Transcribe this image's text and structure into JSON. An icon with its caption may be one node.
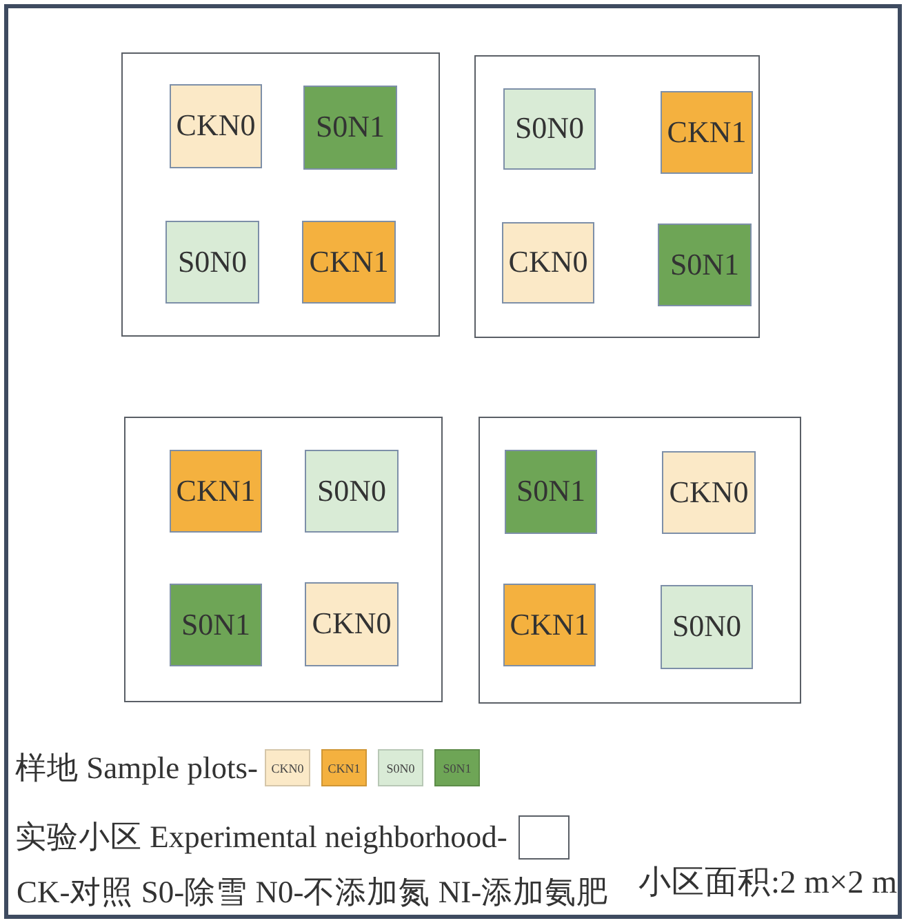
{
  "diagram": {
    "nodes": [
      {
        "text": [],
        "shape": "box"
      },
      {
        "text": [
          "CKN0"
        ],
        "in": 0
      },
      {
        "text": [
          "S0N1"
        ],
        "in": 0
      },
      {
        "text": [
          "S0N0"
        ],
        "in": 0
      },
      {
        "text": [
          "CKN1"
        ],
        "in": 0
      },
      {
        "text": [],
        "shape": "box"
      },
      {
        "text": [
          "S0N0"
        ],
        "in": 5
      },
      {
        "text": [
          "CKN1"
        ],
        "in": 5
      },
      {
        "text": [
          "CKN0"
        ],
        "in": 5
      },
      {
        "text": [
          "S0N1"
        ],
        "in": 5
      },
      {
        "text": [],
        "shape": "box"
      },
      {
        "text": [
          "CKN1"
        ],
        "in": 10
      },
      {
        "text": [
          "S0N0"
        ],
        "in": 10
      },
      {
        "text": [
          "S0N1"
        ],
        "in": 10
      },
      {
        "text": [
          "CKN0"
        ],
        "in": 10
      },
      {
        "text": [],
        "shape": "box"
      },
      {
        "text": [
          "S0N1"
        ],
        "in": 15
      },
      {
        "text": [
          "CKN0"
        ],
        "in": 15
      },
      {
        "text": [
          "CKN1"
        ],
        "in": 15
      },
      {
        "text": [
          "S0N0"
        ],
        "in": 15
      }
    ],
    "labels": [
      "样地 Sample plots-",
      "CK-对照 S0-除雪 N0-不添加氮 NI-添加氨肥",
      "小区面积:2 m×2 m"
    ],
    "legend": [
      {
        "text": "CKN0",
        "color": "#fbe9c7"
      },
      {
        "text": "CKN1",
        "color": "#f4b13f"
      },
      {
        "text": "S0N0",
        "color": "#d9ebd6"
      },
      {
        "text": "S0N1",
        "color": "#6ea556"
      },
      {
        "text": "实验小区 Experimental neighborhood-"
      }
    ]
  }
}
